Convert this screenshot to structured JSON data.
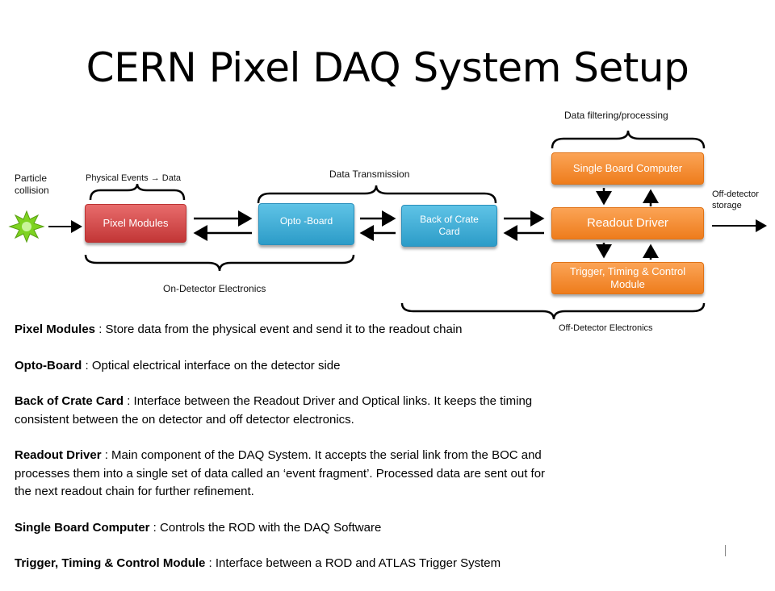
{
  "title": "CERN Pixel DAQ System Setup",
  "labels": {
    "particle_collision_1": "Particle",
    "particle_collision_2": "collision",
    "physical_events": "Physical Events",
    "physical_events_arrow": "→",
    "physical_events_data": "Data",
    "data_transmission": "Data Transmission",
    "data_filtering": "Data filtering/processing",
    "off_detector_storage_1": "Off-detector",
    "off_detector_storage_2": "storage",
    "on_detector_electronics": "On-Detector Electronics",
    "off_detector_electronics": "Off-Detector Electronics"
  },
  "boxes": {
    "pixel_modules": "Pixel Modules",
    "opto_board": "Opto -Board",
    "boc_1": "Back of Crate",
    "boc_2": "Card",
    "sbc": "Single Board Computer",
    "rod": "Readout Driver",
    "ttc_1": "Trigger, Timing & Control",
    "ttc_2": "Module"
  },
  "colors": {
    "red": "#c84040",
    "blue": "#33a3cf",
    "orange": "#f08a2e",
    "star": "#7ed321"
  },
  "descriptions": [
    {
      "term": "Pixel Modules",
      "text": " : Store data from the physical event and send it to the readout chain"
    },
    {
      "term": "Opto-Board",
      "text": " : Optical electrical interface on the detector side"
    },
    {
      "term": "Back of Crate Card",
      "text": " : Interface between the Readout Driver and Optical links. It keeps the timing consistent between the on detector and off detector electronics."
    },
    {
      "term": "Readout Driver",
      "text": " : Main component of the DAQ System. It accepts the serial link from the BOC and processes them into a single set of data called an ‘event fragment’. Processed data are sent out for the next readout chain for further refinement."
    },
    {
      "term": "Single Board Computer",
      "text": " : Controls the ROD with the DAQ Software"
    },
    {
      "term": "Trigger, Timing & Control Module",
      "text": " : Interface between a ROD and ATLAS Trigger System"
    }
  ]
}
